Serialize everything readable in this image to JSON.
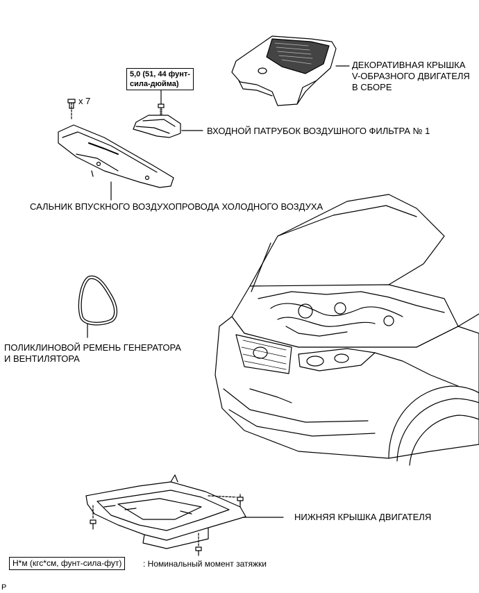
{
  "labels": {
    "engine_cover": [
      "ДЕКОРАТИВНАЯ КРЫШКА",
      "V-ОБРАЗНОГО ДВИГАТЕЛЯ",
      "В СБОРЕ"
    ],
    "air_inlet": "ВХОДНОЙ ПАТРУБОК ВОЗДУШНОГО ФИЛЬТРА № 1",
    "cold_air_seal": "САЛЬНИК ВПУСКНОГО ВОЗДУХОПРОВОДА ХОЛОДНОГО ВОЗДУХА",
    "belt": [
      "ПОЛИКЛИНОВОЙ РЕМЕНЬ ГЕНЕРАТОРА",
      "И ВЕНТИЛЯТОРА"
    ],
    "under_cover": "НИЖНЯЯ КРЫШКА ДВИГАТЕЛЯ",
    "clip_qty": "x 7"
  },
  "torque": [
    "5,0 (51, 44 фунт-",
    "сила-дюйма)"
  ],
  "legend": {
    "box": "Н*м (кгс*см, фунт-сила-фут)",
    "text": ": Номинальный момент затяжки"
  },
  "corner_mark": "P"
}
